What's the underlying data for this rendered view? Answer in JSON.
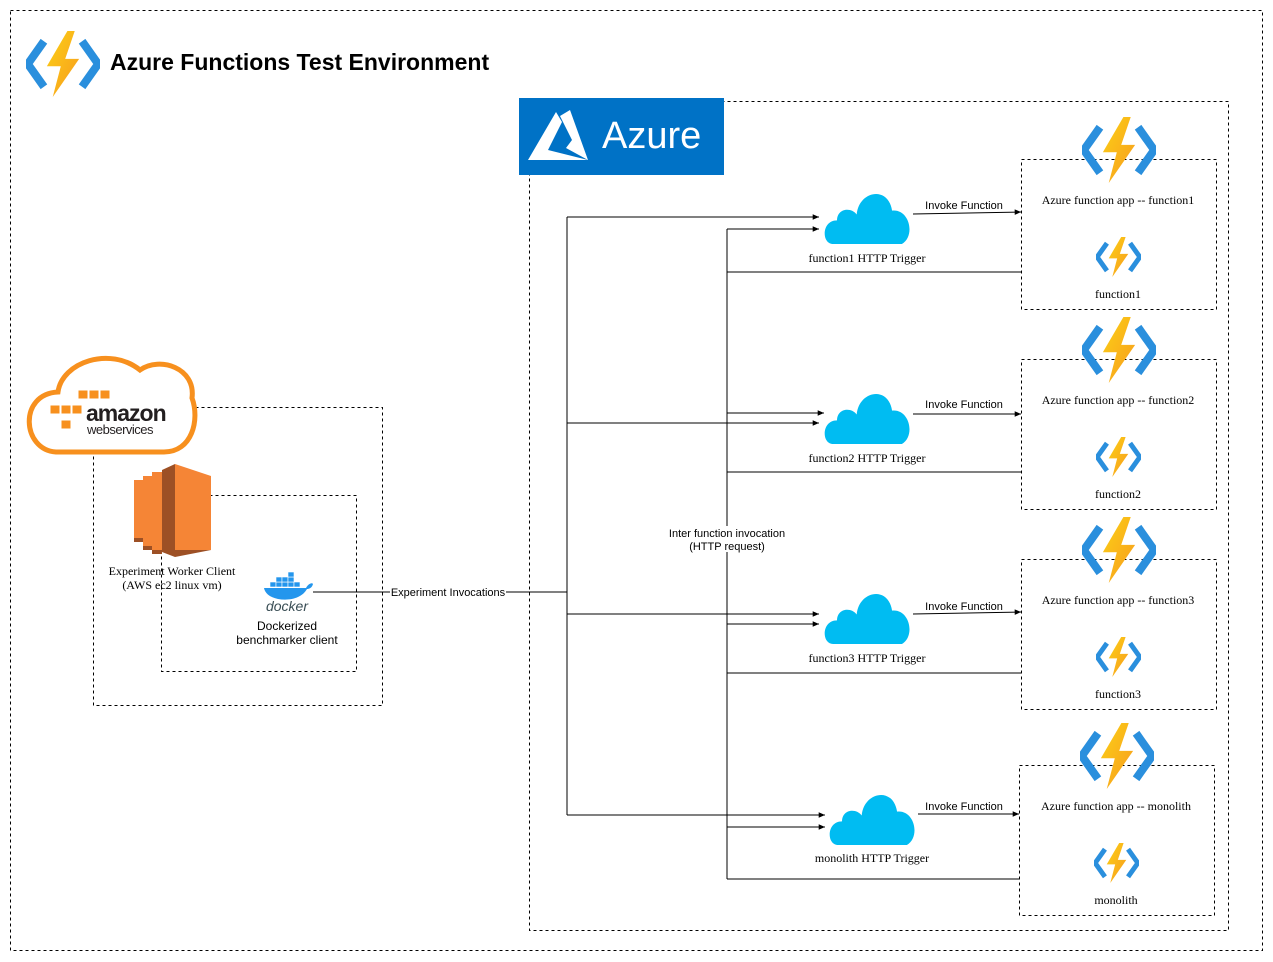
{
  "title": "Azure Functions Test Environment",
  "azure_logo_text": "Azure",
  "aws_logo": {
    "line1": "amazon",
    "line2": "webservices"
  },
  "aws": {
    "client_label_line1": "Experiment Worker Client",
    "client_label_line2": "(AWS ec2 linux vm)",
    "docker_word": "docker",
    "docker_label_line1": "Dockerized",
    "docker_label_line2": "benchmarker client"
  },
  "edge_labels": {
    "experiment_invocations": "Experiment Invocations",
    "inter_line1": "Inter function invocation",
    "inter_line2": "(HTTP request)"
  },
  "functions": [
    {
      "trigger": "function1 HTTP Trigger",
      "invoke": "Invoke Function",
      "app": "Azure function app -- function1",
      "name": "function1"
    },
    {
      "trigger": "function2 HTTP Trigger",
      "invoke": "Invoke Function",
      "app": "Azure function app -- function2",
      "name": "function2"
    },
    {
      "trigger": "function3 HTTP Trigger",
      "invoke": "Invoke Function",
      "app": "Azure function app -- function3",
      "name": "function3"
    },
    {
      "trigger": "monolith HTTP Trigger",
      "invoke": "Invoke Function",
      "app": "Azure function app -- monolith",
      "name": "monolith"
    }
  ],
  "colors": {
    "azure_blue": "#0072c6",
    "cloud_blue": "#00bcf2",
    "aws_orange": "#f7901e",
    "ec2_orange": "#f58536",
    "ec2_dark": "#9d5025",
    "docker_blue": "#2496ed",
    "bolt_yellow": "#fcd116",
    "bolt_orange": "#f79a1e",
    "bracket_blue": "#2a8fdd"
  }
}
